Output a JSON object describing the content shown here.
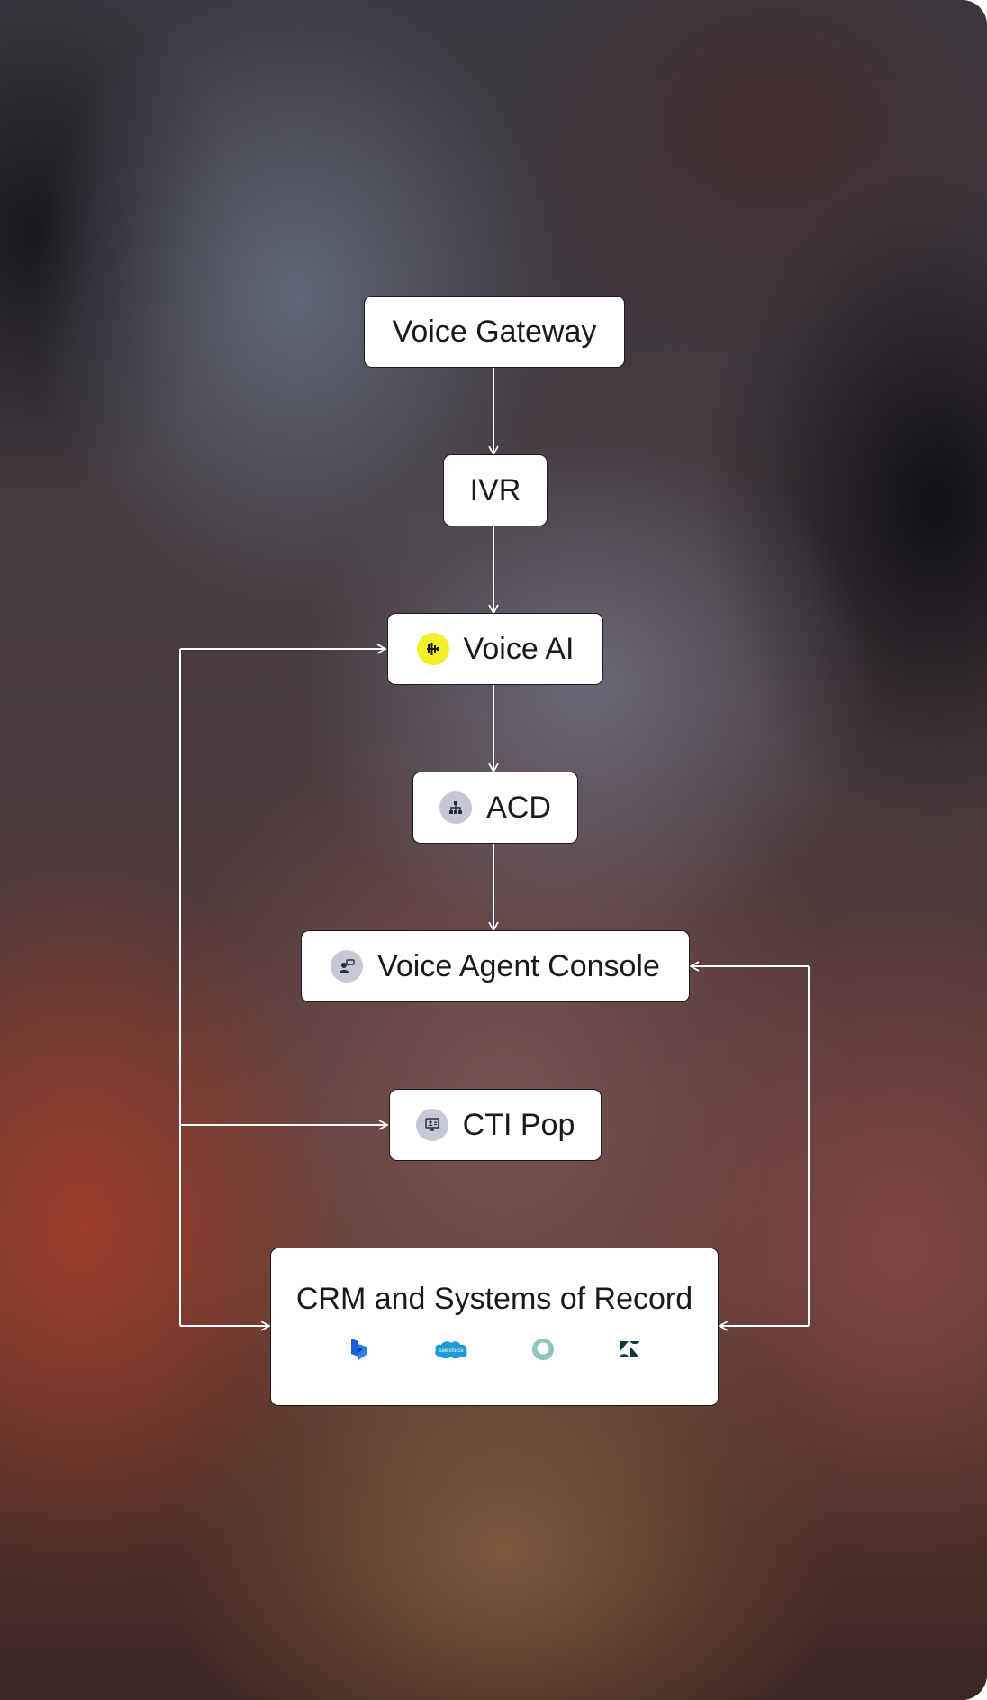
{
  "diagram": {
    "nodes": {
      "voice_gateway": {
        "label": "Voice Gateway"
      },
      "ivr": {
        "label": "IVR"
      },
      "voice_ai": {
        "label": "Voice AI",
        "icon": "voice-ai-icon"
      },
      "acd": {
        "label": "ACD",
        "icon": "org-chart-icon"
      },
      "voice_agent_console": {
        "label": "Voice Agent Console",
        "icon": "agent-chat-icon"
      },
      "cti_pop": {
        "label": "CTI Pop",
        "icon": "monitor-user-icon"
      },
      "crm": {
        "label": "CRM and Systems of Record",
        "logos": [
          "dynamics-logo",
          "salesforce-logo",
          "sugarcrm-logo",
          "zendesk-logo"
        ],
        "salesforce_logo_text": "salesforce"
      }
    },
    "edges": [
      {
        "from": "Voice Gateway",
        "to": "IVR"
      },
      {
        "from": "IVR",
        "to": "Voice AI"
      },
      {
        "from": "Voice AI",
        "to": "ACD"
      },
      {
        "from": "ACD",
        "to": "Voice Agent Console"
      },
      {
        "from": "left bus",
        "to": "Voice AI"
      },
      {
        "from": "left bus",
        "to": "CTI Pop"
      },
      {
        "from": "left bus",
        "to": "CRM and Systems of Record"
      },
      {
        "from": "right bus",
        "to": "Voice Agent Console"
      },
      {
        "from": "right bus",
        "to": "CRM and Systems of Record"
      }
    ],
    "colors": {
      "connector": "#ffffff",
      "node_background": "#ffffff",
      "node_border": "#1c1c1c",
      "voice_ai_accent": "#f0ef2a",
      "icon_badge": "#c7c8d6"
    }
  }
}
